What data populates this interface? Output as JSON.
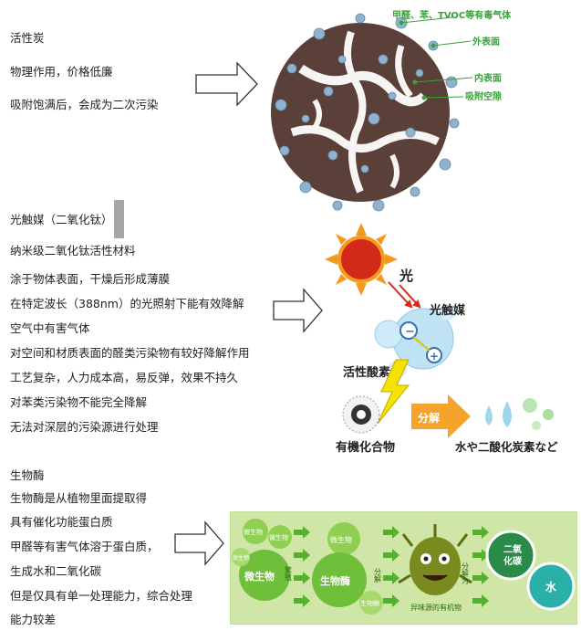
{
  "section1": {
    "title": "活性炭",
    "lines": [
      "物理作用，价格低廉",
      "吸附饱满后，会成为二次污染"
    ],
    "figure": {
      "label_gas": "甲醛、苯、TVOC等有毒气体",
      "label_outer": "外表面",
      "label_inner": "内表面",
      "label_pore": "吸附空隙"
    }
  },
  "section2": {
    "title": "光触媒（二氧化钛）",
    "lines": [
      "纳米级二氧化钛活性材料",
      "涂于物体表面，干燥后形成薄膜",
      "在特定波长（388nm）的光照射下能有效降解",
      "空气中有害气体",
      "对空间和材质表面的醛类污染物有较好降解作用",
      "工艺复杂，人力成本高，易反弹，效果不持久",
      "对苯类污染物不能完全降解",
      "无法对深层的污染源进行处理"
    ],
    "figure": {
      "light": "光",
      "catalyst": "光触媒",
      "active_oxygen": "活性酸素",
      "decompose": "分解",
      "organic": "有機化合物",
      "products": "水や二酸化炭素など",
      "minus": "−",
      "plus": "+"
    }
  },
  "section3": {
    "title": "生物酶",
    "lines": [
      "生物酶是从植物里面提取得",
      "具有催化功能蛋白质",
      "甲醛等有害气体溶于蛋白质，",
      "生成水和二氧化碳",
      "但是仅具有单一处理能力，综合处理",
      "能力较差"
    ],
    "figure": {
      "microbe_big": "微生物",
      "microbe_s1": "微生物",
      "microbe_s2": "微生物",
      "microbe_s3": "微生物",
      "reproduce": "繁殖",
      "enzyme_big": "生物酶",
      "enzyme_small1": "微生物",
      "enzyme_small2": "生物酶",
      "decompose1": "分解",
      "germ_caption": "异味源的有机物",
      "decompose2": "分解为",
      "co2": "二氧化碳",
      "water": "水"
    }
  },
  "colors": {
    "green_label": "#3aa13a",
    "carbon_brown": "#5a4038",
    "bubble_blue": "#8fb3cf",
    "panel_green": "#cfe6a6",
    "arrow_green": "#55b030"
  }
}
